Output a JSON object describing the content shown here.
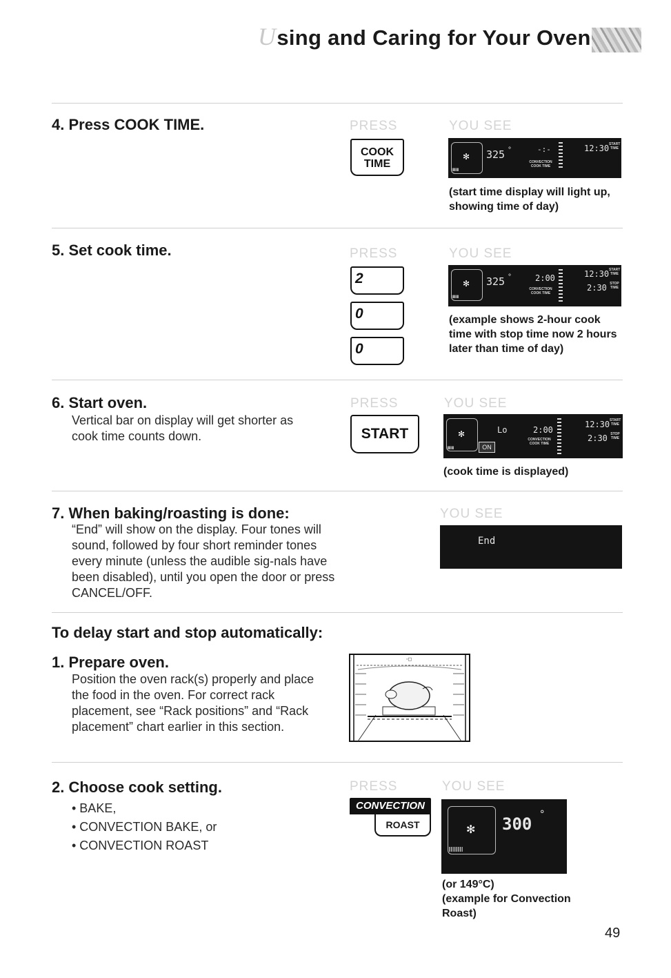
{
  "header": {
    "title_initial": "U",
    "title_rest": "sing and Caring for Your Oven"
  },
  "steps": {
    "s4": {
      "heading": "4. Press COOK TIME.",
      "press_label": "PRESS",
      "see_label": "YOU SEE",
      "key_line1": "COOK",
      "key_line2": "TIME",
      "display": {
        "temp": "325",
        "start_time": "12:30",
        "start_tag": "START TIME",
        "conv_tag": "CONVECTION",
        "cook_tag": "COOK TIME"
      },
      "caption": "(start time display will light up, showing time of day)"
    },
    "s5": {
      "heading": "5. Set cook time.",
      "press_label": "PRESS",
      "see_label": "YOU SEE",
      "keys": [
        "2",
        "0",
        "0"
      ],
      "display": {
        "temp": "325",
        "cook_time": "2:00",
        "start_time": "12:30",
        "stop_time": "2:30",
        "start_tag": "START TIME",
        "stop_tag": "STOP TIME",
        "conv_tag": "CONVECTION",
        "cook_tag": "COOK TIME"
      },
      "caption": "(example shows 2-hour cook time with stop time now 2 hours later than time of day)"
    },
    "s6": {
      "heading": "6. Start oven.",
      "body": "Vertical bar on display will get shorter as cook time counts down.",
      "press_label": "PRESS",
      "see_label": "YOU SEE",
      "key": "START",
      "display": {
        "mode": "Lo",
        "cook_time": "2:00",
        "start_time": "12:30",
        "stop_time": "2:30",
        "on": "ON",
        "start_tag": "START TIME",
        "stop_tag": "STOP TIME",
        "conv_tag": "CONVECTION",
        "cook_tag": "COOK TIME"
      },
      "caption": "(cook time is displayed)"
    },
    "s7": {
      "heading": "7. When baking/roasting is done:",
      "body": "“End” will show on the display. Four tones will sound, followed by four short reminder tones every minute (unless the audible sig-nals have been disabled), until you open the door or press CANCEL/OFF.",
      "see_label": "YOU SEE",
      "display": {
        "text": "End"
      }
    }
  },
  "delay": {
    "heading": "To delay start and stop automatically:",
    "d1": {
      "heading": "1. Prepare oven.",
      "body": "Position the oven rack(s) properly and place the food in the oven. For correct rack placement, see “Rack positions” and “Rack placement” chart earlier in this section."
    },
    "d2": {
      "heading": "2. Choose cook setting.",
      "options": [
        "• BAKE,",
        "• CONVECTION BAKE, or",
        "• CONVECTION ROAST"
      ],
      "press_label": "PRESS",
      "see_label": "YOU SEE",
      "key_top": "CONVECTION",
      "key_bottom": "ROAST",
      "display": {
        "temp": "300"
      },
      "caption_1": "(or 149°C)",
      "caption_2": "(example for Convection Roast)"
    }
  },
  "footer": {
    "page_number": "49"
  }
}
